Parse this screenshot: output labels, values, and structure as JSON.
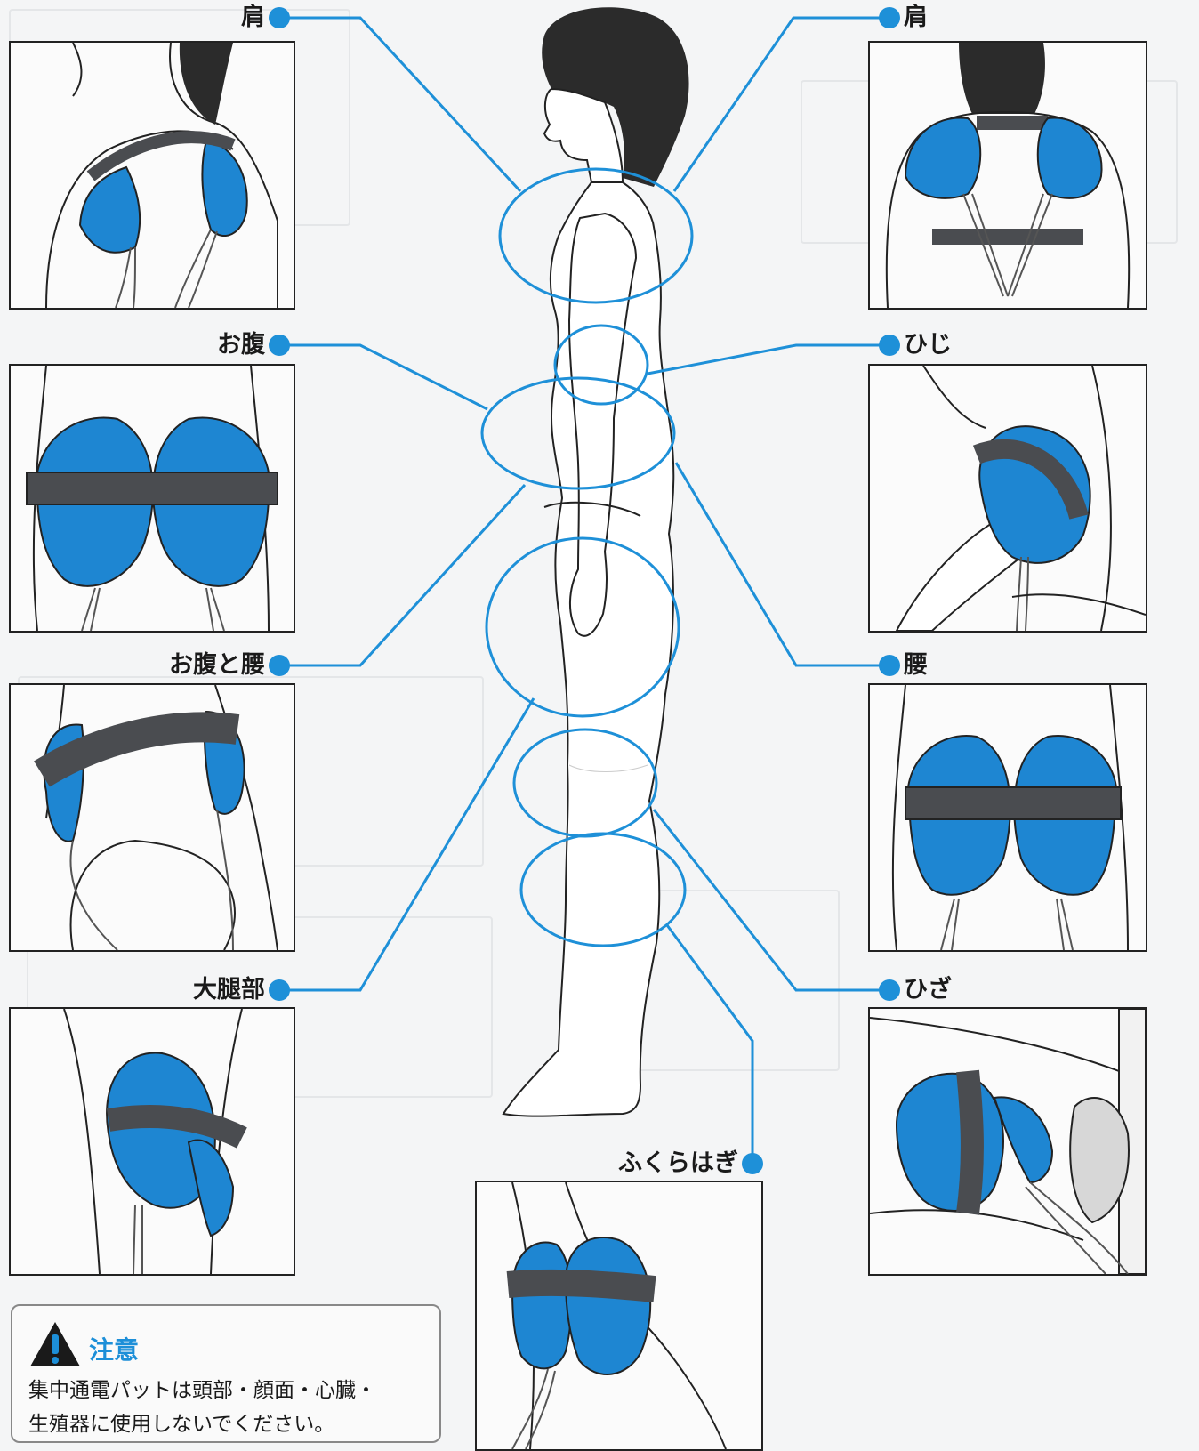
{
  "labels": {
    "shoulder_left": "肩",
    "shoulder_right": "肩",
    "belly": "お腹",
    "elbow": "ひじ",
    "belly_and_waist": "お腹と腰",
    "waist": "腰",
    "thigh": "大腿部",
    "knee": "ひざ",
    "calf": "ふくらはぎ"
  },
  "caution": {
    "title": "注意",
    "line1": "集中通電パットは頭部・顔面・心臓・",
    "line2": "生殖器に使用しないでください。"
  },
  "colors": {
    "pad_blue": "#1e86d2",
    "leader_blue": "#1e90d8",
    "strap_gray": "#4a4c50",
    "outline": "#222222"
  }
}
